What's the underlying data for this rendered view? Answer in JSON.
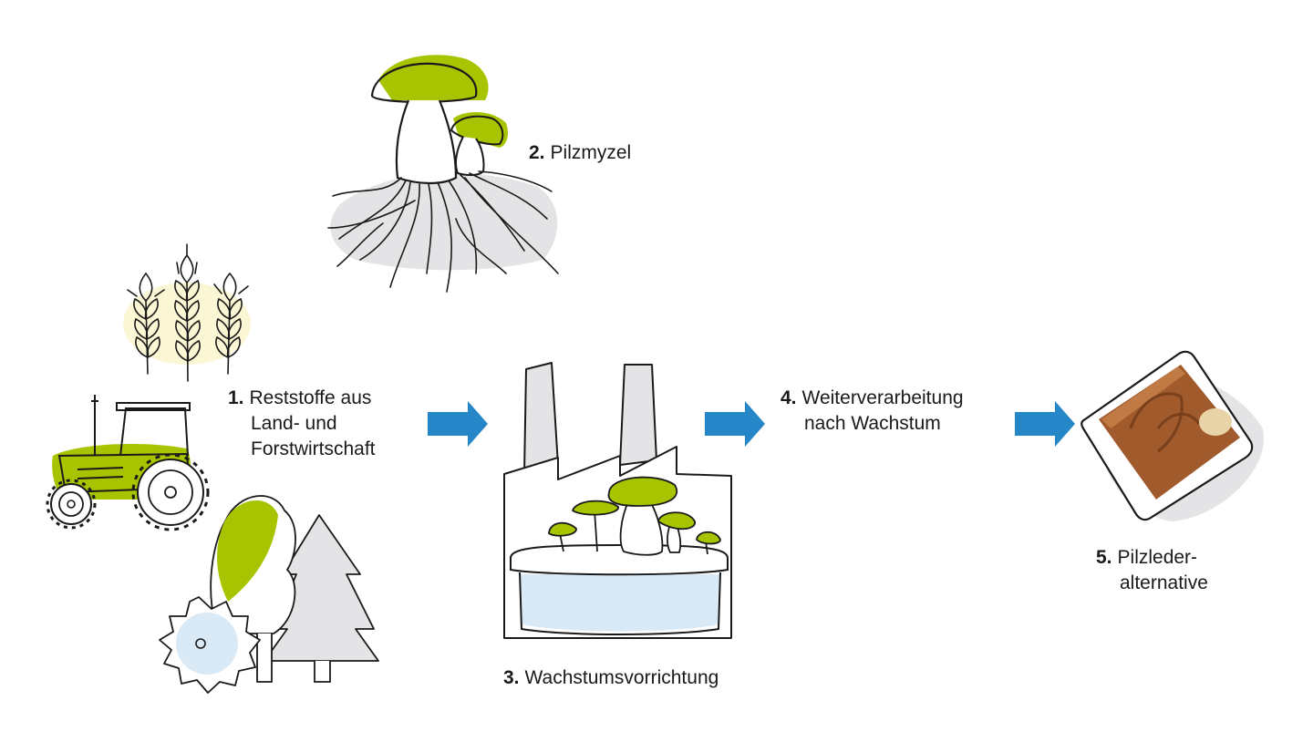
{
  "colors": {
    "accent_green": "#a8c400",
    "arrow_blue": "#2587c8",
    "shadow_grey": "#e4e4e6",
    "water_blue": "#d9e9f6",
    "wheat_glow": "#fbf6d4",
    "leather_brown": "#a05a2c",
    "outline": "#1a1a1a"
  },
  "steps": [
    {
      "number": "1.",
      "lines": [
        "Reststoffe aus",
        "Land- und",
        "Forstwirtschaft"
      ]
    },
    {
      "number": "2.",
      "lines": [
        "Pilzmyzel"
      ]
    },
    {
      "number": "3.",
      "lines": [
        "Wachstumsvorrichtung"
      ]
    },
    {
      "number": "4.",
      "lines": [
        "Weiterverarbeitung",
        "nach Wachstum"
      ]
    },
    {
      "number": "5.",
      "lines": [
        "Pilzleder-",
        "alternative"
      ]
    }
  ],
  "icons": {
    "wheat": "wheat-icon",
    "tractor": "tractor-icon",
    "saw": "saw-blade-icon",
    "trees": "trees-icon",
    "mushroom_mycelium": "mushroom-mycelium-icon",
    "factory": "factory-icon",
    "leather": "mushroom-leather-icon",
    "arrow": "arrow-right-icon"
  }
}
